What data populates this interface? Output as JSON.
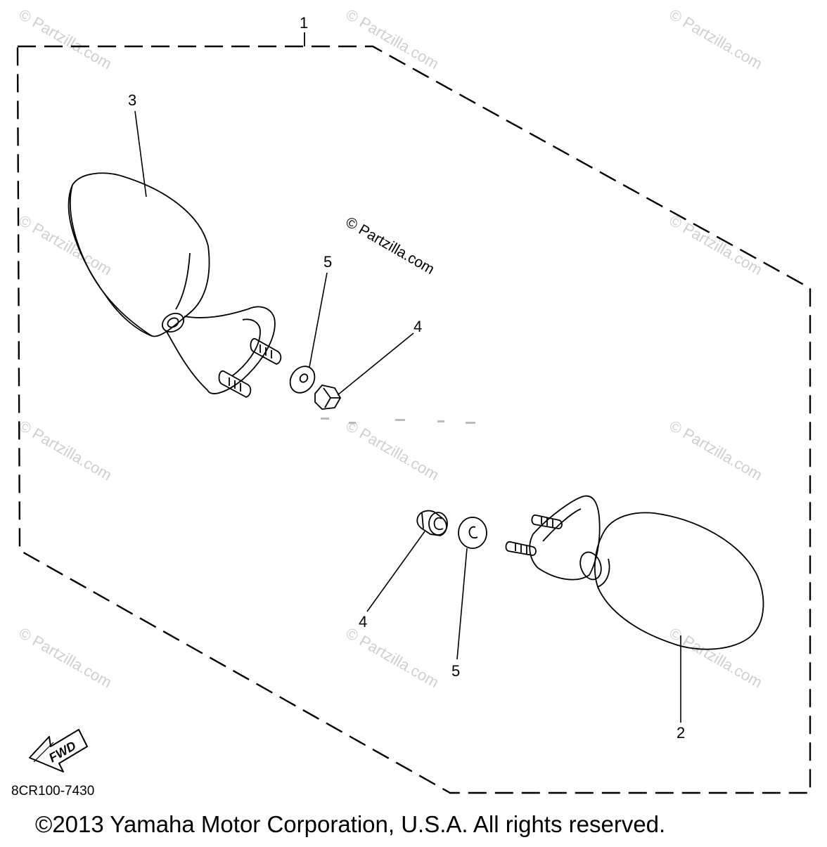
{
  "diagram": {
    "callouts": {
      "c1": "1",
      "c2": "2",
      "c3": "3",
      "c4a": "4",
      "c4b": "4",
      "c5a": "5",
      "c5b": "5"
    },
    "center_watermark": "© Partzilla.com",
    "watermark_text": "© Partzilla.com",
    "fwd_label": "FWD",
    "part_code": "8CR100-7430",
    "copyright": "©2013 Yamaha Motor Corporation, U.S.A. All rights reserved."
  }
}
